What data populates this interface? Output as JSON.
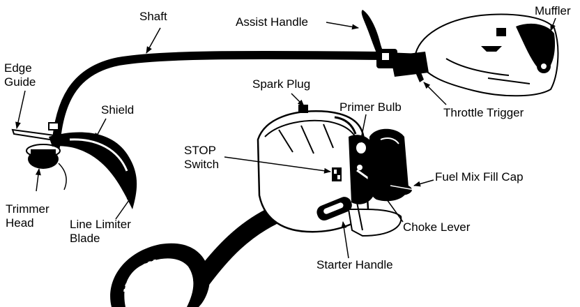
{
  "labels": {
    "shaft": "Shaft",
    "assist_handle": "Assist Handle",
    "muffler": "Muffler",
    "edge_guide_1": "Edge",
    "edge_guide_2": "Guide",
    "spark_plug": "Spark Plug",
    "shield": "Shield",
    "primer_bulb": "Primer Bulb",
    "throttle_trigger": "Throttle Trigger",
    "stop_switch_1": "STOP",
    "stop_switch_2": "Switch",
    "fuel_mix_fill_cap": "Fuel Mix Fill Cap",
    "trimmer_head_1": "Trimmer",
    "trimmer_head_2": "Head",
    "line_limiter_1": "Line Limiter",
    "line_limiter_2": "Blade",
    "choke_lever": "Choke Lever",
    "starter_handle": "Starter Handle"
  },
  "colors": {
    "ink": "#000000",
    "paper": "#ffffff"
  }
}
